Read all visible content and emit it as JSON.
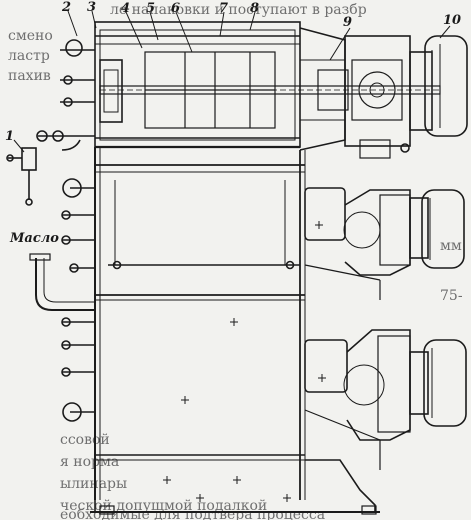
{
  "diagram": {
    "callouts": [
      {
        "id": "1",
        "label": "1"
      },
      {
        "id": "2",
        "label": "2"
      },
      {
        "id": "3",
        "label": "3"
      },
      {
        "id": "4",
        "label": "4"
      },
      {
        "id": "5",
        "label": "5"
      },
      {
        "id": "6",
        "label": "6"
      },
      {
        "id": "7",
        "label": "7"
      },
      {
        "id": "8",
        "label": "8"
      },
      {
        "id": "9",
        "label": "9"
      },
      {
        "id": "10",
        "label": "10"
      }
    ],
    "oil_label": "Масло",
    "background_text": [
      "ле напаковки и поступают в разбр",
      "смено",
      "ластр",
      "пахив",
      "ссовой",
      "я норма",
      "ылинары",
      "ческой допущмой подалкой",
      "еобходимые для подтвера процесса",
      "75-",
      "мм"
    ]
  }
}
